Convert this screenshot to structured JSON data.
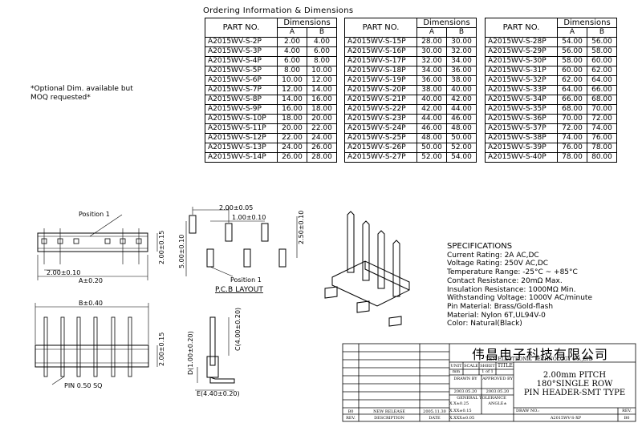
{
  "title": "Ordering Information & Dimensions",
  "headers": {
    "part_no": "PART NO.",
    "dimensions": "Dimensions",
    "a": "A",
    "b": "B"
  },
  "tables": [
    {
      "rows": [
        [
          "A2015WV-S-2P",
          "2.00",
          "4.00"
        ],
        [
          "A2015WV-S-3P",
          "4.00",
          "6.00"
        ],
        [
          "A2015WV-S-4P",
          "6.00",
          "8.00"
        ],
        [
          "A2015WV-S-5P",
          "8.00",
          "10.00"
        ],
        [
          "A2015WV-S-6P",
          "10.00",
          "12.00"
        ],
        [
          "A2015WV-S-7P",
          "12.00",
          "14.00"
        ],
        [
          "A2015WV-S-8P",
          "14.00",
          "16.00"
        ],
        [
          "A2015WV-S-9P",
          "16.00",
          "18.00"
        ],
        [
          "A2015WV-S-10P",
          "18.00",
          "20.00"
        ],
        [
          "A2015WV-S-11P",
          "20.00",
          "22.00"
        ],
        [
          "A2015WV-S-12P",
          "22.00",
          "24.00"
        ],
        [
          "A2015WV-S-13P",
          "24.00",
          "26.00"
        ],
        [
          "A2015WV-S-14P",
          "26.00",
          "28.00"
        ]
      ]
    },
    {
      "rows": [
        [
          "A2015WV-S-15P",
          "28.00",
          "30.00"
        ],
        [
          "A2015WV-S-16P",
          "30.00",
          "32.00"
        ],
        [
          "A2015WV-S-17P",
          "32.00",
          "34.00"
        ],
        [
          "A2015WV-S-18P",
          "34.00",
          "36.00"
        ],
        [
          "A2015WV-S-19P",
          "36.00",
          "38.00"
        ],
        [
          "A2015WV-S-20P",
          "38.00",
          "40.00"
        ],
        [
          "A2015WV-S-21P",
          "40.00",
          "42.00"
        ],
        [
          "A2015WV-S-22P",
          "42.00",
          "44.00"
        ],
        [
          "A2015WV-S-23P",
          "44.00",
          "46.00"
        ],
        [
          "A2015WV-S-24P",
          "46.00",
          "48.00"
        ],
        [
          "A2015WV-S-25P",
          "48.00",
          "50.00"
        ],
        [
          "A2015WV-S-26P",
          "50.00",
          "52.00"
        ],
        [
          "A2015WV-S-27P",
          "52.00",
          "54.00"
        ]
      ]
    },
    {
      "rows": [
        [
          "A2015WV-S-28P",
          "54.00",
          "56.00"
        ],
        [
          "A2015WV-S-29P",
          "56.00",
          "58.00"
        ],
        [
          "A2015WV-S-30P",
          "58.00",
          "60.00"
        ],
        [
          "A2015WV-S-31P",
          "60.00",
          "62.00"
        ],
        [
          "A2015WV-S-32P",
          "62.00",
          "64.00"
        ],
        [
          "A2015WV-S-33P",
          "64.00",
          "66.00"
        ],
        [
          "A2015WV-S-34P",
          "66.00",
          "68.00"
        ],
        [
          "A2015WV-S-35P",
          "68.00",
          "70.00"
        ],
        [
          "A2015WV-S-36P",
          "70.00",
          "72.00"
        ],
        [
          "A2015WV-S-37P",
          "72.00",
          "74.00"
        ],
        [
          "A2015WV-S-38P",
          "74.00",
          "76.00"
        ],
        [
          "A2015WV-S-39P",
          "76.00",
          "78.00"
        ],
        [
          "A2015WV-S-40P",
          "78.00",
          "80.00"
        ]
      ]
    }
  ],
  "note": {
    "line1": "*Optional Dim. available but",
    "line2": "MOQ requested*"
  },
  "drawing_labels": {
    "position1_top": "Position 1",
    "dim_200_010_top": "2.00±0.10",
    "dim_a_020": "A±0.20",
    "dim_200_015_side": "2.00±0.15",
    "pcb_200_005": "2.00±0.05",
    "pcb_100_010": "1.00±0.10",
    "pcb_500_010": "5.00±0.10",
    "pcb_250_010": "2.50±0.10",
    "pcb_position1": "Position 1",
    "pcb_layout": "P.C.B LAYOUT",
    "front_b_040": "B±0.40",
    "front_200_015": "2.00±0.15",
    "pin_sq": "PIN 0.50 SQ",
    "side_d": "D(1.00±0.20)",
    "side_c": "C(4.00±0.20)",
    "side_e": "E(4.40±0.20)"
  },
  "specs": {
    "title": "SPECIFICATIONS",
    "lines": [
      "Current Rating: 2A AC,DC",
      "Voltage Rating: 250V AC,DC",
      "Temperature Range: -25°C ~ +85°C",
      "Contact Resistance: 20mΩ Max.",
      "Insulation Resistance: 1000MΩ Min.",
      "Withstanding Voltage: 1000V AC/minute",
      "Pin Material: Brass/Gold-flash",
      "Material: Nylon 6T,UL94V-0",
      "Color: Natural(Black)"
    ]
  },
  "title_block": {
    "company_cn": "伟昌电子科技有限公司",
    "company_en": "TEN ELECTRONIC TECHNOLOGY CO.,LTD",
    "unit": "UNIT",
    "scale": "SCALE",
    "sheet": "SHEET",
    "title_label": "TITLE:",
    "unit_val": "mm",
    "sheet_val": "1 of 1",
    "drawn_by": "DRAWN BY",
    "approved_by": "APPROVED BY",
    "drawn_date": "2003.05.20",
    "approved_date": "2003.05.20",
    "general_tolerance": "GENERAL TOLERANCE",
    "tol1": "X.X±0.25",
    "tol2": "X.XX±0.15",
    "tol3": "X.XXX±0.05",
    "angle": "ANGLE±",
    "title_line1": "2.00mm PITCH",
    "title_line2": "180°SINGLE ROW",
    "title_line3": "PIN HEADER-SMT TYPE",
    "rev_b0": "B0",
    "new_release": "NEW RELEASE",
    "rev_date": "2005.11.30",
    "rev_hdr": "REV.",
    "desc_hdr": "DESCRIPTION",
    "date_hdr": "DATE",
    "drw_no_label": "DRAW NO.:",
    "drw_no": "A2015WV-S-XP",
    "rev_label": "REV.",
    "rev_val": "B0"
  }
}
